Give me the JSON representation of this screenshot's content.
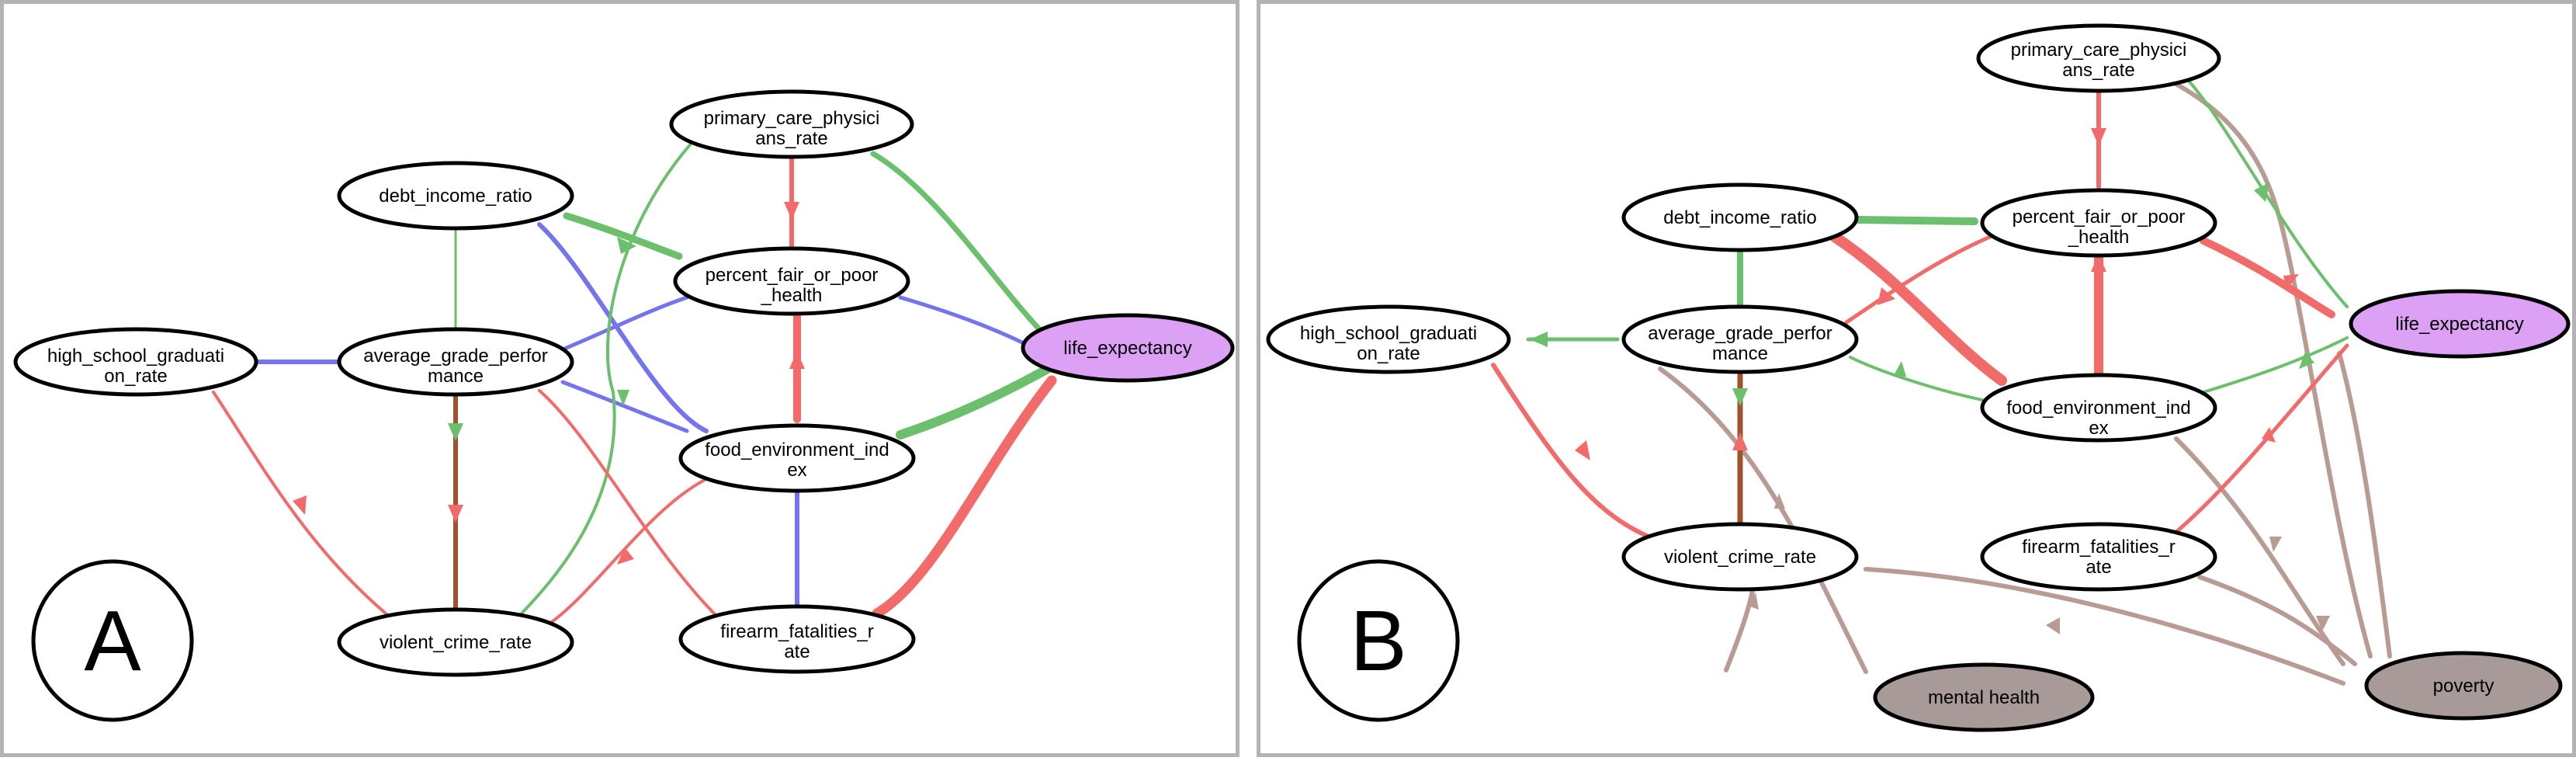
{
  "colors": {
    "red": "#f26b6b",
    "green": "#6cbf6c",
    "blue": "#7474ee",
    "brown": "#a0522d",
    "mauve": "#b89c94",
    "target_fill": "#dca1f4",
    "latent_fill": "#a89a99",
    "node_fill": "#ffffff",
    "panel_border": "#b3b3b3"
  },
  "panel_a": {
    "letter": "A",
    "nodes": {
      "high_school": [
        "high_school_graduati",
        "on_rate"
      ],
      "debt_income": [
        "debt_income_ratio"
      ],
      "avg_grade": [
        "average_grade_perfor",
        "mance"
      ],
      "violent_crime": [
        "violent_crime_rate"
      ],
      "primary_care": [
        "primary_care_physici",
        "ans_rate"
      ],
      "fair_poor": [
        "percent_fair_or_poor",
        "_health"
      ],
      "food_env": [
        "food_environment_ind",
        "ex"
      ],
      "firearm": [
        "firearm_fatalities_r",
        "ate"
      ],
      "life_exp": [
        "life_expectancy"
      ]
    }
  },
  "panel_b": {
    "letter": "B",
    "nodes": {
      "high_school": [
        "high_school_graduati",
        "on_rate"
      ],
      "debt_income": [
        "debt_income_ratio"
      ],
      "avg_grade": [
        "average_grade_perfor",
        "mance"
      ],
      "violent_crime": [
        "violent_crime_rate"
      ],
      "primary_care": [
        "primary_care_physici",
        "ans_rate"
      ],
      "fair_poor": [
        "percent_fair_or_poor",
        "_health"
      ],
      "food_env": [
        "food_environment_ind",
        "ex"
      ],
      "firearm": [
        "firearm_fatalities_r",
        "ate"
      ],
      "life_exp": [
        "life_expectancy"
      ],
      "mental_health": [
        "mental health"
      ],
      "poverty": [
        "poverty"
      ]
    }
  }
}
